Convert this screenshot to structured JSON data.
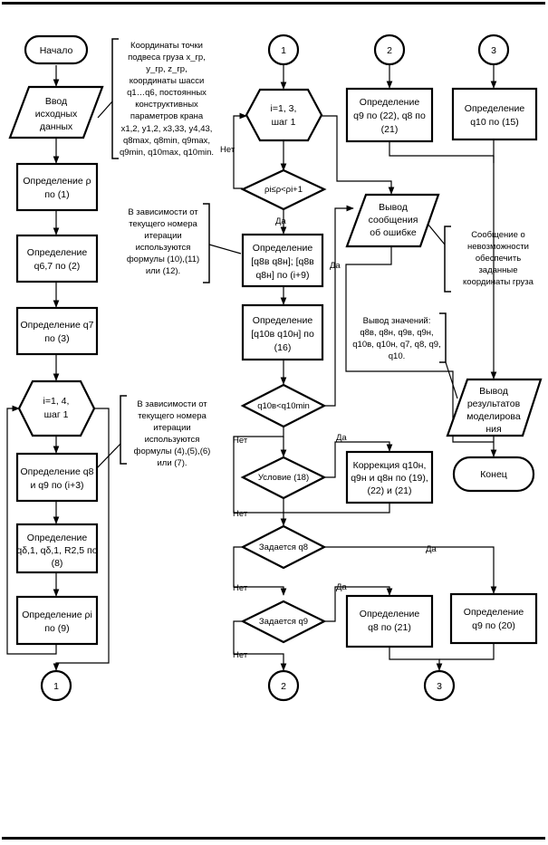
{
  "diagram": {
    "start": "Начало",
    "end": "Конец",
    "input": [
      "Ввод",
      "исходных",
      "данных"
    ],
    "note_input": [
      "Координаты точки",
      "подвеса груза x_гр,",
      "y_гр, z_гр,",
      "координаты шасси",
      "q1…q6, постоянных",
      "конструктивных",
      "параметров крана",
      "x1,2, y1,2, x3,33, y4,43,",
      "q8max, q8min, q9max,",
      "q9min, q10max, q10min."
    ],
    "box_rho": [
      "Определение ρ",
      "по (1)"
    ],
    "box_q67": [
      "Определение",
      "q6,7 по (2)"
    ],
    "box_q7": [
      "Определение q7",
      "по (3)"
    ],
    "loop1": [
      "i=1, 4,",
      "шаг 1"
    ],
    "note_loop1": [
      "В зависимости от",
      "текущего номера",
      "итерации",
      "используются",
      "формулы (4),(5),(6)",
      "или (7)."
    ],
    "box_q8q9": [
      "Определение q8",
      "и q9 по (i+3)"
    ],
    "box_qd": [
      "Определение",
      "qδ,1, qδ,1, R2,5 по",
      "(8)"
    ],
    "box_rhoi": [
      "Определение ρi",
      "по (9)"
    ],
    "connectors": [
      "1",
      "2",
      "3"
    ],
    "loop2": [
      "i=1, 3,",
      "шаг 1"
    ],
    "dec_rho": "ρi≤ρ<ρi+1",
    "note_loop2": [
      "В зависимости от",
      "текущего номера",
      "итерации",
      "используются",
      "формулы (10),(11)",
      "или (12)."
    ],
    "box_q8int": [
      "Определение",
      "[q8в q8н]; [q8в",
      "q8н] по (i+9)"
    ],
    "box_q10int": [
      "Определение",
      "[q10в q10н] по",
      "(16)"
    ],
    "dec_q10": "q10в<q10min",
    "dec_cond": "Условие (18)",
    "box_correct": [
      "Коррекция q10н,",
      "q9н и q8н по (19),",
      "(22) и (21)"
    ],
    "dec_q8": "Задается q8",
    "dec_q9": "Задается q9",
    "box_q8_21": [
      "Определение",
      "q8 по (21)"
    ],
    "box_q9_20": [
      "Определение",
      "q9 по (20)"
    ],
    "box_q9q8": [
      "Определение",
      "q9 по (22), q8 по",
      "(21)"
    ],
    "box_q10_15": [
      "Определение",
      "q10 по (15)"
    ],
    "out_error": [
      "Вывод",
      "сообщения",
      "об ошибке"
    ],
    "note_error": [
      "Сообщение о",
      "невозможности",
      "обеспечить",
      "заданные",
      "координаты груза"
    ],
    "note_values": [
      "Вывод значений:",
      "q8в, q8н, q9в, q9н,",
      "q10в, q10н, q7, q8, q9,",
      "q10."
    ],
    "out_results": [
      "Вывод",
      "результатов",
      "моделирова",
      "ния"
    ],
    "yes": "Да",
    "no": "Нет"
  }
}
